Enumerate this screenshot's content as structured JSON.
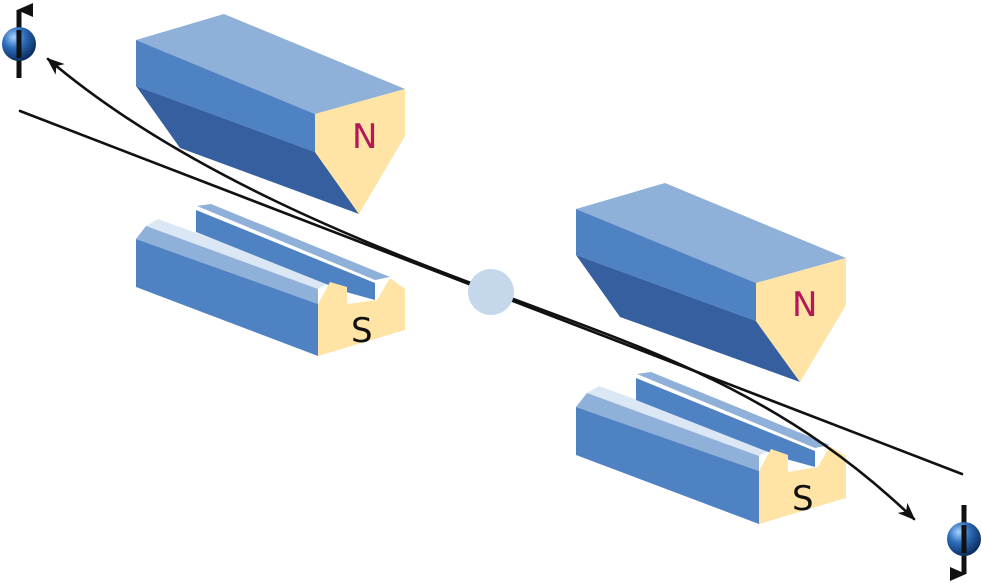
{
  "magnets": [
    {
      "north_label": "N",
      "south_label": "S"
    },
    {
      "north_label": "N",
      "south_label": "S"
    }
  ],
  "colors": {
    "magnet_top": "#8FB0D8",
    "magnet_side": "#4F82C3",
    "magnet_dark": "#355F9F",
    "pole_face": "#FFE4A6",
    "north_text": "#B4175A",
    "south_text": "#111111",
    "source_particle": "#C5D7EA",
    "trajectory": "#111111"
  },
  "particles": {
    "source": "source-particle",
    "upper_spin": "spin-up-particle",
    "lower_spin": "spin-down-particle"
  }
}
